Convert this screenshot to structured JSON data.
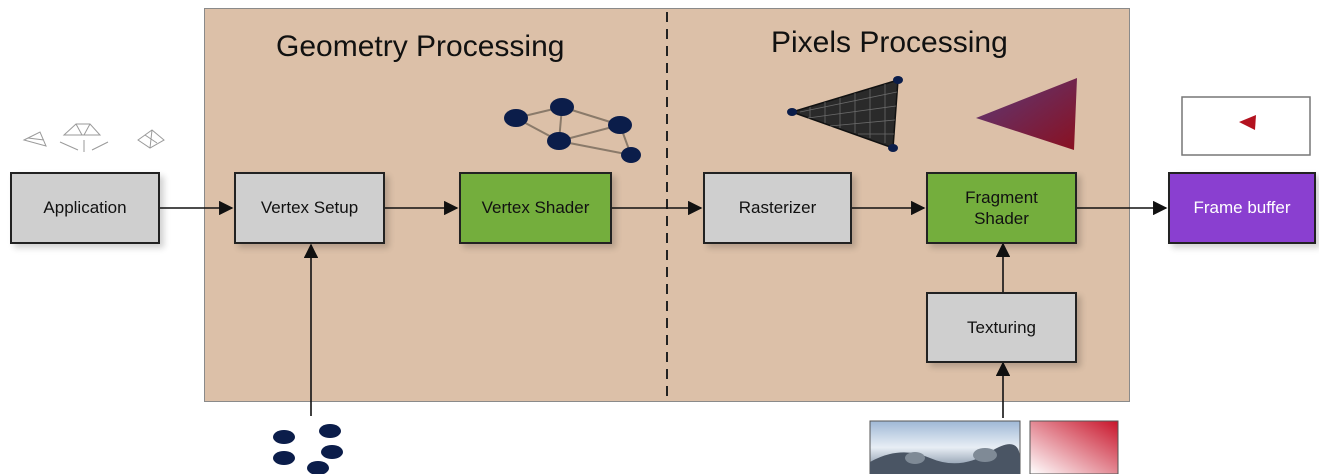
{
  "sections": {
    "geometry_title": "Geometry Processing",
    "pixels_title": "Pixels Processing"
  },
  "stages": {
    "application": "Application",
    "vertex_setup": "Vertex Setup",
    "vertex_shader": "Vertex Shader",
    "rasterizer": "Rasterizer",
    "fragment_shader_line1": "Fragment",
    "fragment_shader_line2": "Shader",
    "texturing": "Texturing",
    "frame_buffer": "Frame buffer"
  },
  "colors": {
    "panel": "#dcc0a8",
    "box_gray": "#cfcfcf",
    "box_green": "#74ae3d",
    "box_purple": "#8a3fd0",
    "vertex_dot": "#0b1d4a",
    "triangle_red": "#7a1020"
  },
  "icons": [
    "model-thumbnails-icon",
    "vertex-graph-icon",
    "wireframe-triangle-icon",
    "shaded-triangle-icon",
    "frame-output-icon",
    "vertex-dots-icon",
    "landscape-texture-icon",
    "gradient-texture-icon"
  ]
}
